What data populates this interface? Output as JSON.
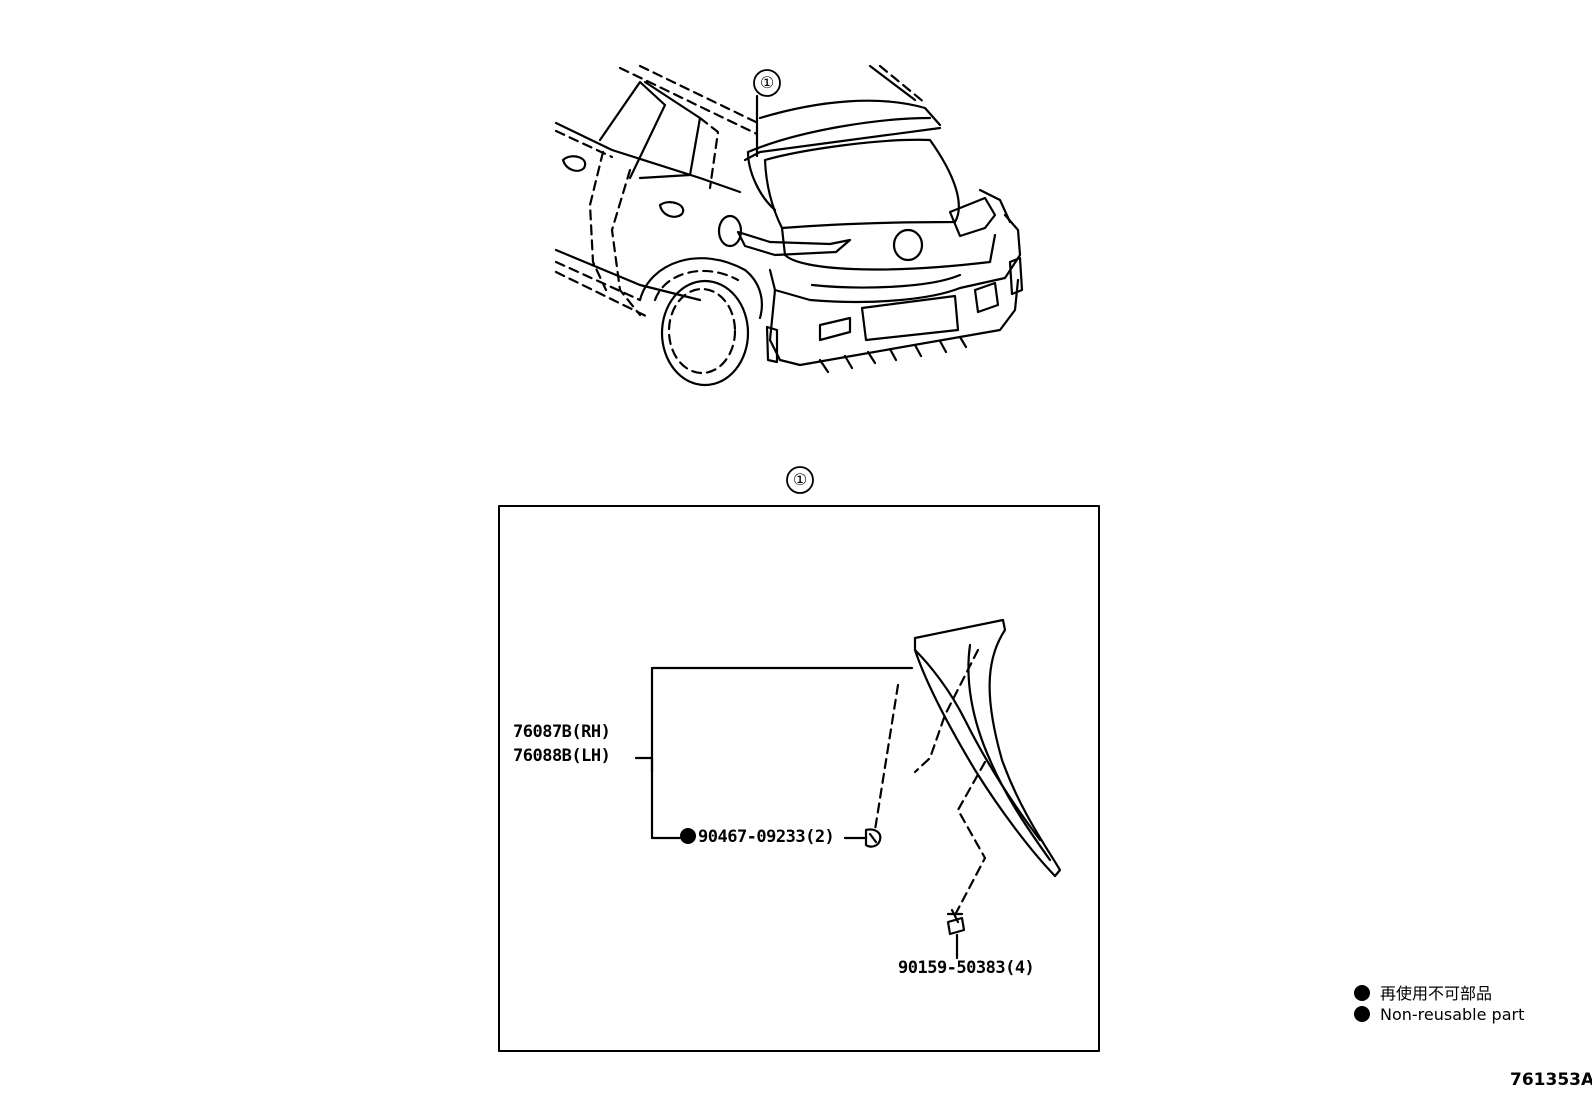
{
  "diagram": {
    "top_callout": "①",
    "detail_callout": "①",
    "parts": {
      "main_rh": "76087B(RH)",
      "main_lh": "76088B(LH)",
      "clip": "90467-09233(2)",
      "screw": "90159-50383(4)"
    },
    "legend": {
      "jp": "再使用不可部品",
      "en": "Non-reusable part"
    },
    "illustration_code": "761353A"
  }
}
